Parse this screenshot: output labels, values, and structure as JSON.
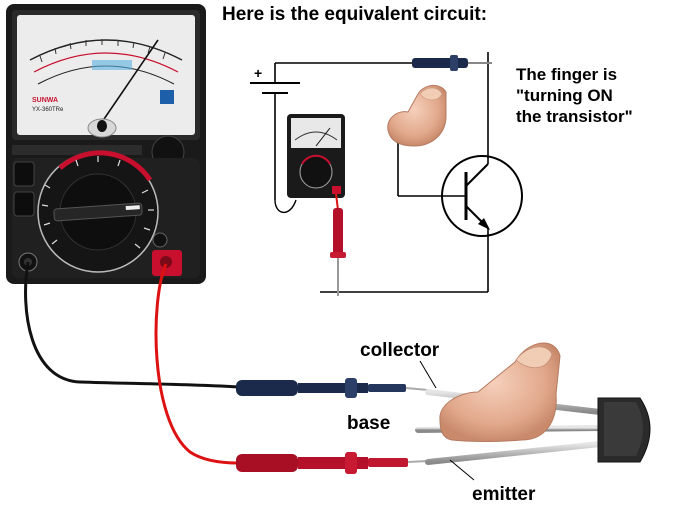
{
  "title": "Here is the equivalent circuit:",
  "note": {
    "line1": "The finger is",
    "line2": "\"turning ON",
    "line3": "the transistor\""
  },
  "labels": {
    "collector": "collector",
    "base": "base",
    "emitter": "emitter"
  },
  "battery": {
    "plus": "+"
  },
  "meter": {
    "brand": "SUNWA",
    "model": "YX-360TRe"
  },
  "colors": {
    "meter_body": "#1a1a1a",
    "probe_red": "#c8102e",
    "probe_black": "#1b2a4a",
    "skin": "#e8b89a",
    "transistor": "#2b2b2b"
  }
}
